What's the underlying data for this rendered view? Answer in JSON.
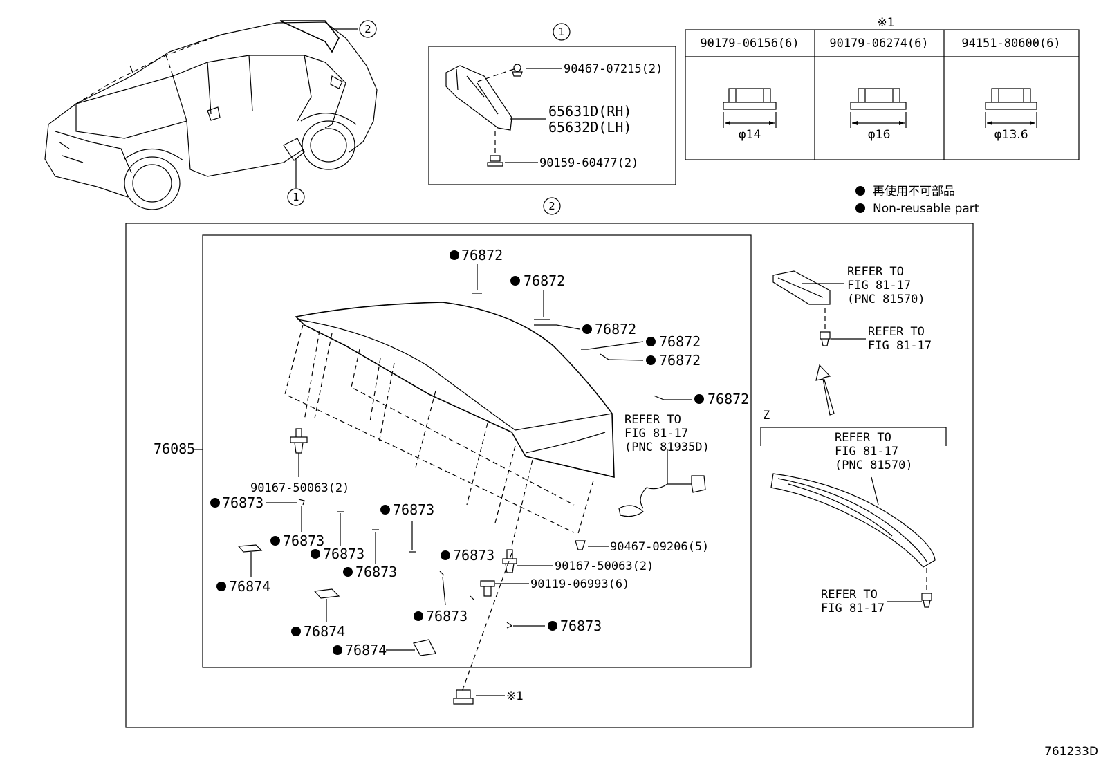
{
  "callouts": {
    "one": "1",
    "two": "2",
    "mark": "※1"
  },
  "table": {
    "headers": [
      "90179-06156(6)",
      "90179-06274(6)",
      "94151-80600(6)"
    ],
    "dims": [
      "φ14",
      "φ16",
      "φ13.6"
    ]
  },
  "legend": {
    "jp": "再使用不可部品",
    "en": "Non-reusable part"
  },
  "bracket": {
    "nut": "90467-07215(2)",
    "rh": "65631D(RH)",
    "lh": "65632D(LH)",
    "bolt": "90159-60477(2)"
  },
  "main": {
    "spoiler": "76085",
    "p76872": "76872",
    "p76873": "76873",
    "p76874": "76874",
    "screw1": "90167-50063(2)",
    "screw2": "90167-50063(2)",
    "clip": "90467-09206(5)",
    "bolt6": "90119-06993(6)",
    "mark_ref": "※1",
    "refer_to": "REFER TO",
    "fig": "FIG 81-17",
    "pnc_81935d": "(PNC 81935D)",
    "pnc_81570": "(PNC 81570)",
    "view_z": "Z"
  },
  "footer": {
    "code": "761233D"
  }
}
